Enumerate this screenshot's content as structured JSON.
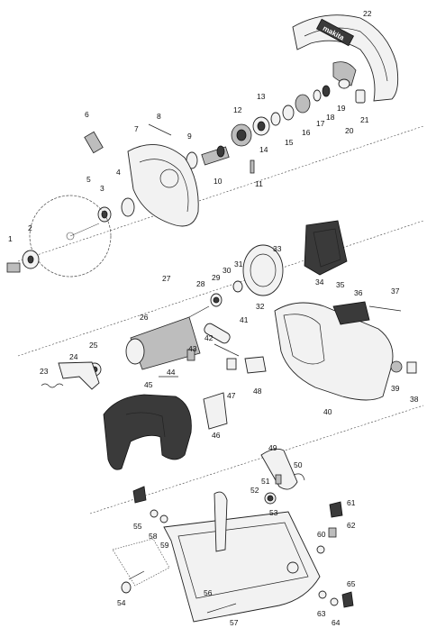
{
  "diagram": {
    "brand_logo": "makita",
    "part_numbers": [
      "1",
      "2",
      "3",
      "4",
      "5",
      "6",
      "7",
      "8",
      "9",
      "10",
      "11",
      "12",
      "13",
      "14",
      "15",
      "16",
      "17",
      "18",
      "19",
      "20",
      "21",
      "22",
      "23",
      "24",
      "25",
      "26",
      "27",
      "28",
      "29",
      "30",
      "31",
      "32",
      "33",
      "34",
      "35",
      "36",
      "37",
      "38",
      "39",
      "40",
      "41",
      "42",
      "43",
      "44",
      "45",
      "46",
      "47",
      "48",
      "49",
      "50",
      "51",
      "52",
      "53",
      "54",
      "55",
      "56",
      "57",
      "58",
      "59",
      "60",
      "61",
      "62",
      "63",
      "64",
      "65"
    ]
  }
}
